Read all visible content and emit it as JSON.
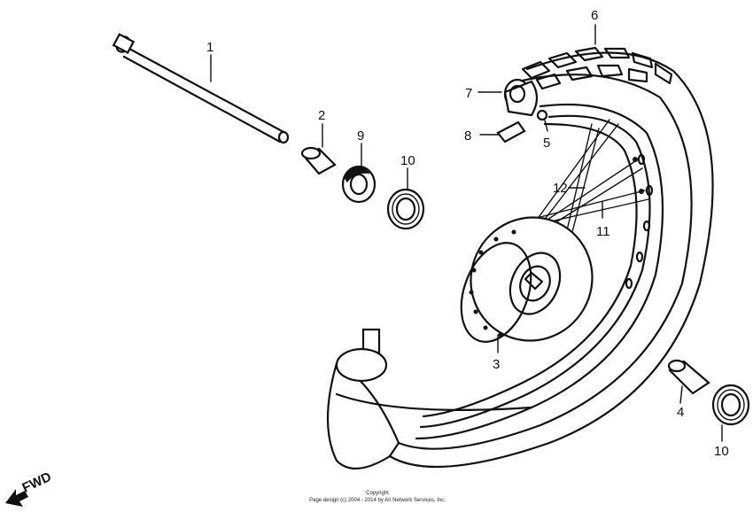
{
  "callouts": {
    "c1": "1",
    "c2": "2",
    "c3": "3",
    "c4": "4",
    "c5": "5",
    "c6": "6",
    "c7": "7",
    "c8": "8",
    "c9": "9",
    "c10a": "10",
    "c10b": "10",
    "c11": "11",
    "c12": "12"
  },
  "direction": {
    "label": "FWD"
  },
  "footer": {
    "line1": "Copyright",
    "line2": "Page design (c) 2004 - 2014 by Ari Network Services, Inc."
  },
  "colors": {
    "ink": "#111111",
    "background": "#ffffff"
  },
  "icons": {
    "direction": "arrow-icon"
  }
}
